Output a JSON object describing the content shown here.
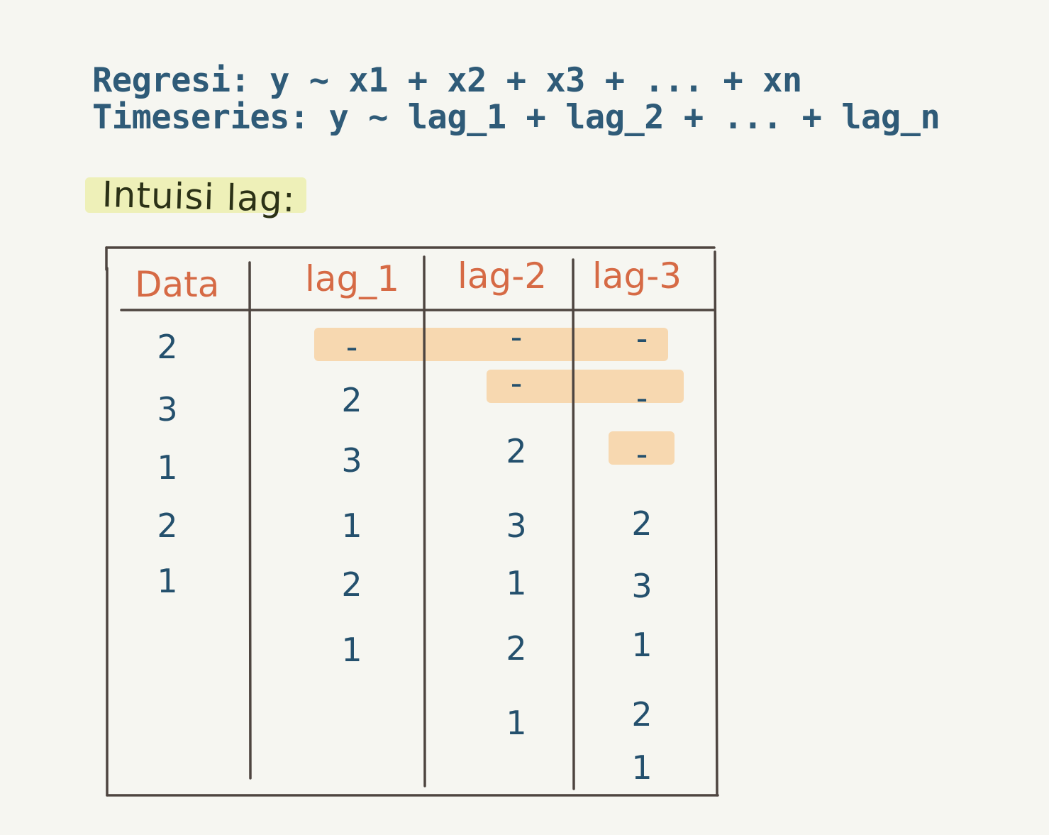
{
  "formulas": {
    "regresi": "Regresi: y ~ x1 + x2 + x3 + ... + xn",
    "timeseries": "Timeseries: y ~ lag_1 + lag_2 + ... + lag_n"
  },
  "section_label": "Intuisi lag:",
  "table": {
    "headers": [
      "Data",
      "lag_1",
      "lag-2",
      "lag-3"
    ],
    "columns": [
      [
        "2",
        "3",
        "1",
        "2",
        "1"
      ],
      [
        "-",
        "2",
        "3",
        "1",
        "2",
        "1"
      ],
      [
        "-",
        "-",
        "2",
        "3",
        "1",
        "2",
        "1"
      ],
      [
        "-",
        "-",
        "-",
        "2",
        "3",
        "1",
        "2",
        "1"
      ]
    ]
  },
  "colors": {
    "background": "#f6f6f1",
    "formula_text": "#2f5b78",
    "label_highlight": "#eef0b8",
    "header_text": "#d66a45",
    "cell_text": "#24506d",
    "missing_highlight": "#f7d8b0",
    "table_lines": "#4e4540"
  }
}
